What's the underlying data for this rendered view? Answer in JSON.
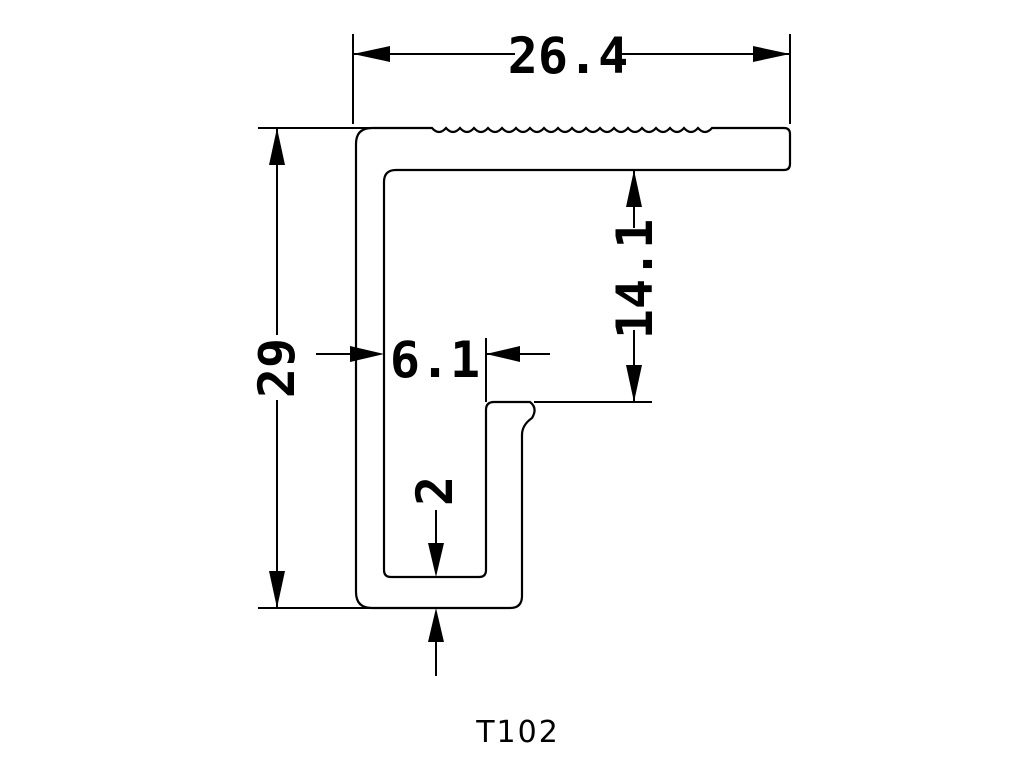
{
  "profile": {
    "part_number": "T102",
    "dimensions": {
      "overall_width": "26.4",
      "overall_height": "29",
      "inner_depth": "14.1",
      "channel_width": "6.1",
      "wall_thickness": "2"
    }
  }
}
